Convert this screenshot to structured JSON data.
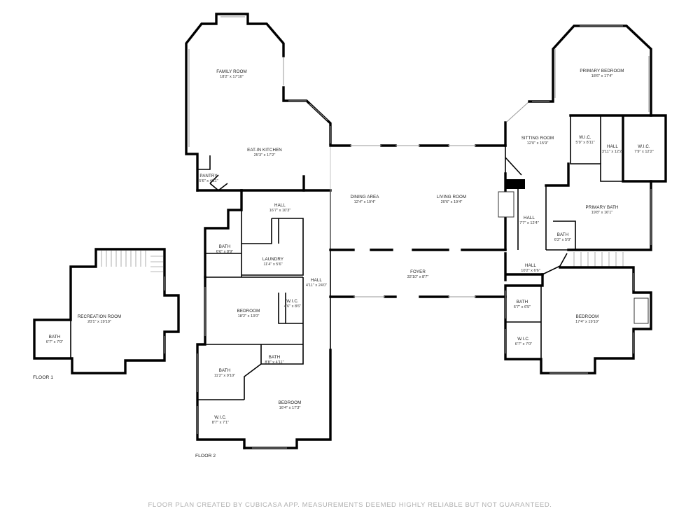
{
  "floors": {
    "floor1": "FLOOR 1",
    "floor2": "FLOOR 2"
  },
  "rooms": {
    "recreation_room": {
      "name": "RECREATION ROOM",
      "dims": "20'1\" x 19'10\""
    },
    "bath_f1": {
      "name": "BATH",
      "dims": "6'7\" x 7'0\""
    },
    "family_room": {
      "name": "FAMILY ROOM",
      "dims": "18'2\" x 17'10\""
    },
    "eat_in_kitchen": {
      "name": "EAT-IN KITCHEN",
      "dims": "25'3\" x 17'2\""
    },
    "pantry": {
      "name": "PANTRY",
      "dims": "5'6\" x 4'11\""
    },
    "hall_1": {
      "name": "HALL",
      "dims": "16'7\" x 10'3\""
    },
    "bath_1": {
      "name": "BATH",
      "dims": "6'6\" x 8'9\""
    },
    "laundry": {
      "name": "LAUNDRY",
      "dims": "11'4\" x 5'6\""
    },
    "hall_2": {
      "name": "HALL",
      "dims": "4'11\" x 24'0\""
    },
    "bedroom_1": {
      "name": "BEDROOM",
      "dims": "18'2\" x 13'0\""
    },
    "wic_1": {
      "name": "W.I.C.",
      "dims": "4'6\" x 8'6\""
    },
    "bath_2": {
      "name": "BATH",
      "dims": "8'8\" x 4'11\""
    },
    "bath_3": {
      "name": "BATH",
      "dims": "11'2\" x 9'10\""
    },
    "wic_2": {
      "name": "W.I.C.",
      "dims": "8'7\" x 7'1\""
    },
    "bedroom_2": {
      "name": "BEDROOM",
      "dims": "16'4\" x 17'3\""
    },
    "dining_area": {
      "name": "DINING AREA",
      "dims": "12'4\" x 19'4\""
    },
    "living_room": {
      "name": "LIVING ROOM",
      "dims": "20'6\" x 19'4\""
    },
    "foyer": {
      "name": "FOYER",
      "dims": "32'10\" x 8'7\""
    },
    "primary_bedroom": {
      "name": "PRIMARY BEDROOM",
      "dims": "18'6\" x 17'4\""
    },
    "sitting_room": {
      "name": "SITTING ROOM",
      "dims": "12'0\" x 15'9\""
    },
    "wic_3": {
      "name": "W.I.C.",
      "dims": "5'9\" x 8'11\""
    },
    "hall_3": {
      "name": "HALL",
      "dims": "3'11\" x 12'2\""
    },
    "wic_4": {
      "name": "W.I.C.",
      "dims": "7'9\" x 12'2\""
    },
    "hall_4": {
      "name": "HALL",
      "dims": "7'7\" x 12'4\""
    },
    "primary_bath": {
      "name": "PRIMARY BATH",
      "dims": "19'8\" x 16'1\""
    },
    "bath_4": {
      "name": "BATH",
      "dims": "6'2\" x 5'0\""
    },
    "hall_5": {
      "name": "HALL",
      "dims": "10'2\" x 6'6\""
    },
    "bath_5": {
      "name": "BATH",
      "dims": "6'7\" x 6'5\""
    },
    "bedroom_3": {
      "name": "BEDROOM",
      "dims": "17'4\" x 19'10\""
    },
    "wic_5": {
      "name": "W.I.C.",
      "dims": "6'7\" x 7'0\""
    }
  },
  "footer": "FLOOR PLAN CREATED BY CUBICASA APP. MEASUREMENTS DEEMED HIGHLY RELIABLE BUT NOT GUARANTEED."
}
